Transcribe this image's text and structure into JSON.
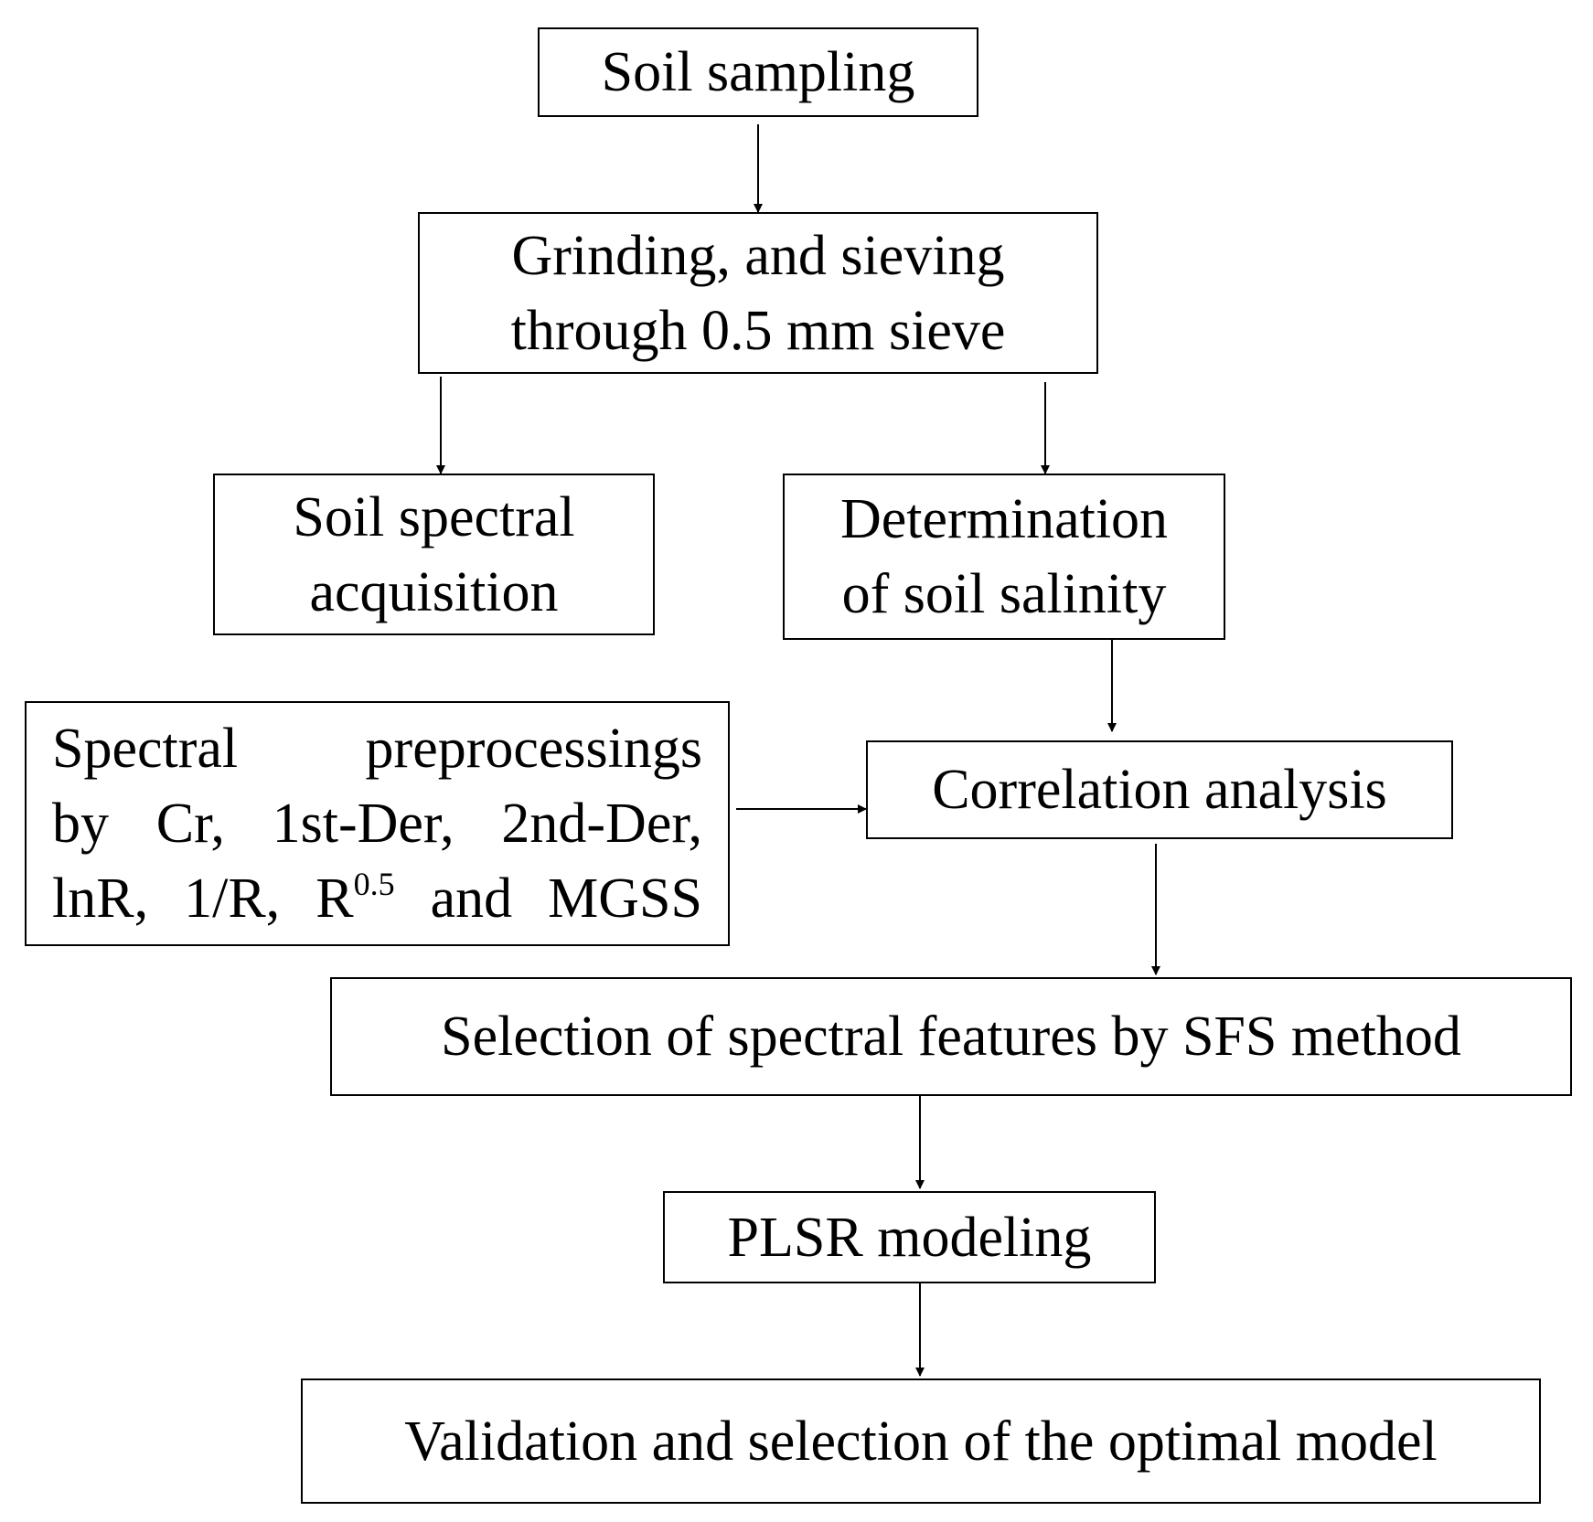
{
  "diagram": {
    "nodes": {
      "soil_sampling": {
        "lines": [
          "Soil sampling"
        ]
      },
      "grinding": {
        "lines": [
          "Grinding, and sieving",
          "through 0.5 mm sieve"
        ]
      },
      "spectral_acquisition": {
        "lines": [
          "Soil spectral",
          "acquisition"
        ]
      },
      "salinity": {
        "lines": [
          "Determination",
          "of soil salinity"
        ]
      },
      "preprocessing": {
        "line1": "Spectral preprocessings",
        "line2": "by Cr, 1st-Der, 2nd-Der,",
        "line3_prefix": "lnR, 1/R, R",
        "line3_superscript": "0.5",
        "line3_suffix": " and MGSS"
      },
      "correlation": {
        "lines": [
          "Correlation analysis"
        ]
      },
      "feature_selection": {
        "lines": [
          "Selection of spectral features by SFS method"
        ]
      },
      "plsr": {
        "lines": [
          "PLSR modeling"
        ]
      },
      "validation": {
        "lines": [
          "Validation and selection of the optimal model"
        ]
      }
    },
    "edges": [
      {
        "from": "soil_sampling",
        "to": "grinding"
      },
      {
        "from": "grinding",
        "to": "spectral_acquisition"
      },
      {
        "from": "grinding",
        "to": "salinity"
      },
      {
        "from": "salinity",
        "to": "correlation"
      },
      {
        "from": "preprocessing",
        "to": "correlation"
      },
      {
        "from": "correlation",
        "to": "feature_selection"
      },
      {
        "from": "feature_selection",
        "to": "plsr"
      },
      {
        "from": "plsr",
        "to": "validation"
      }
    ]
  }
}
